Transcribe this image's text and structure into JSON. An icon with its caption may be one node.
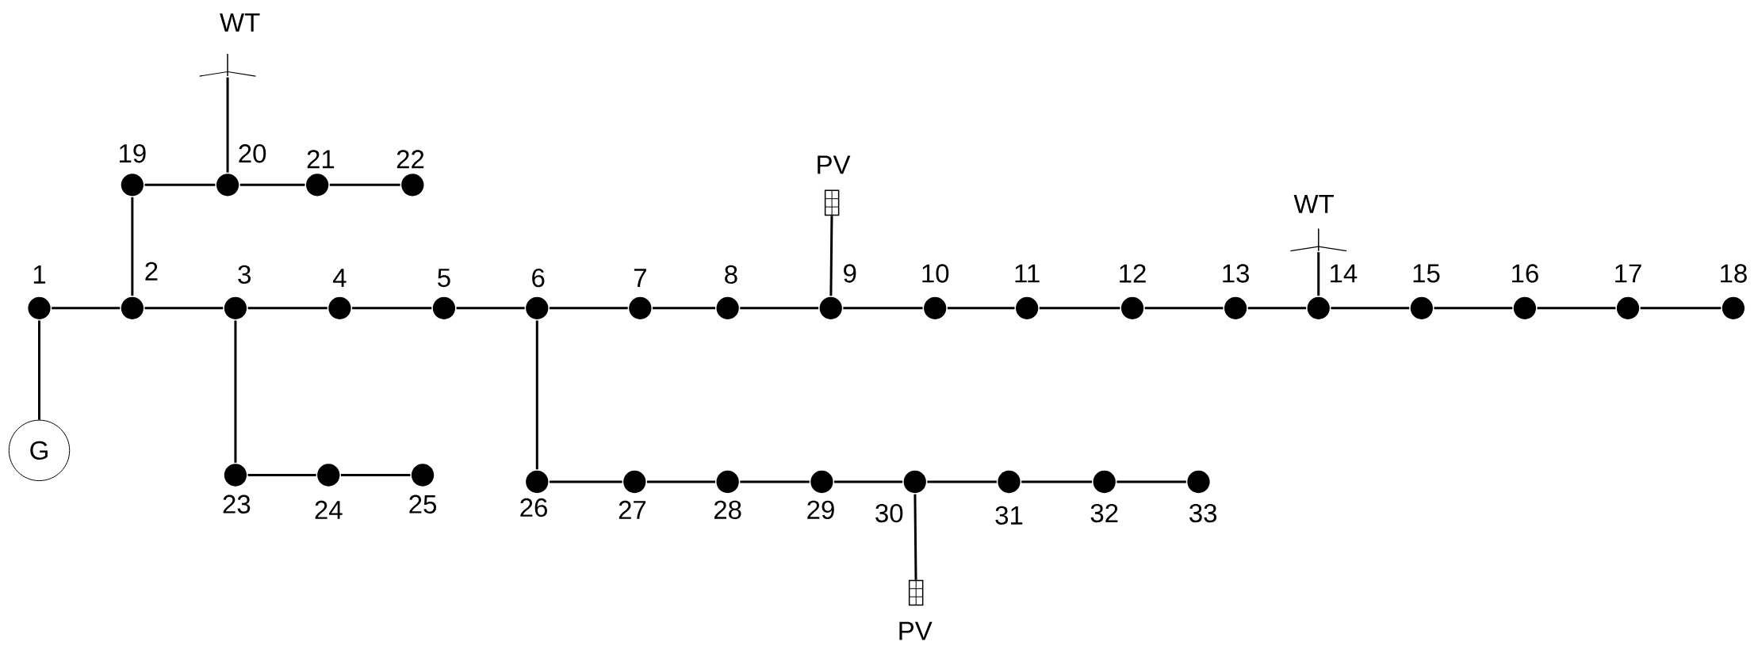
{
  "diagram": {
    "nodes": [
      {
        "text": [],
        "shape": "circle",
        "beside": [
          "1"
        ]
      },
      {
        "text": [],
        "shape": "circle",
        "beside": [
          "2"
        ]
      },
      {
        "text": [],
        "shape": "circle",
        "beside": [
          "3"
        ]
      },
      {
        "text": [],
        "shape": "circle",
        "beside": [
          "4"
        ]
      },
      {
        "text": [],
        "shape": "circle",
        "beside": [
          "5"
        ]
      },
      {
        "text": [],
        "shape": "circle",
        "beside": [
          "6"
        ]
      },
      {
        "text": [],
        "shape": "circle",
        "beside": [
          "7"
        ]
      },
      {
        "text": [],
        "shape": "circle",
        "beside": [
          "8"
        ]
      },
      {
        "text": [],
        "shape": "circle",
        "beside": [
          "9"
        ]
      },
      {
        "text": [],
        "shape": "circle",
        "beside": [
          "10"
        ]
      },
      {
        "text": [],
        "shape": "circle",
        "beside": [
          "11"
        ]
      },
      {
        "text": [],
        "shape": "circle",
        "beside": [
          "12"
        ]
      },
      {
        "text": [],
        "shape": "circle",
        "beside": [
          "13"
        ]
      },
      {
        "text": [],
        "shape": "circle",
        "beside": [
          "14"
        ]
      },
      {
        "text": [],
        "shape": "circle",
        "beside": [
          "15"
        ]
      },
      {
        "text": [],
        "shape": "circle",
        "beside": [
          "16"
        ]
      },
      {
        "text": [],
        "shape": "circle",
        "beside": [
          "17"
        ]
      },
      {
        "text": [],
        "shape": "circle",
        "beside": [
          "18"
        ]
      },
      {
        "text": [],
        "shape": "circle",
        "beside": [
          "19"
        ]
      },
      {
        "text": [],
        "shape": "circle",
        "beside": [
          "20"
        ]
      },
      {
        "text": [],
        "shape": "circle",
        "beside": [
          "21"
        ]
      },
      {
        "text": [],
        "shape": "circle",
        "beside": [
          "22"
        ]
      },
      {
        "text": [],
        "shape": "circle",
        "beside": [
          "23"
        ]
      },
      {
        "text": [],
        "shape": "circle",
        "beside": [
          "24"
        ]
      },
      {
        "text": [],
        "shape": "circle",
        "beside": [
          "25"
        ]
      },
      {
        "text": [],
        "shape": "circle",
        "beside": [
          "26"
        ]
      },
      {
        "text": [],
        "shape": "circle",
        "beside": [
          "27"
        ]
      },
      {
        "text": [],
        "shape": "circle",
        "beside": [
          "28"
        ]
      },
      {
        "text": [],
        "shape": "circle",
        "beside": [
          "29"
        ]
      },
      {
        "text": [],
        "shape": "circle",
        "beside": [
          "30"
        ]
      },
      {
        "text": [],
        "shape": "circle",
        "beside": [
          "31"
        ]
      },
      {
        "text": [],
        "shape": "circle",
        "beside": [
          "32"
        ]
      },
      {
        "text": [],
        "shape": "circle",
        "beside": [
          "33"
        ]
      },
      {
        "text": [
          "G"
        ]
      },
      {
        "text": [
          "WT"
        ]
      },
      {
        "text": [
          "PV"
        ]
      },
      {
        "text": [
          "WT"
        ]
      },
      {
        "text": [
          "PV"
        ]
      }
    ],
    "edges": [
      {
        "from": 0,
        "to": 1,
        "arrow": "none"
      },
      {
        "from": 1,
        "to": 2,
        "arrow": "none"
      },
      {
        "from": 2,
        "to": 3,
        "arrow": "none"
      },
      {
        "from": 3,
        "to": 4,
        "arrow": "none"
      },
      {
        "from": 4,
        "to": 5,
        "arrow": "none"
      },
      {
        "from": 5,
        "to": 6,
        "arrow": "none"
      },
      {
        "from": 6,
        "to": 7,
        "arrow": "none"
      },
      {
        "from": 7,
        "to": 8,
        "arrow": "none"
      },
      {
        "from": 8,
        "to": 9,
        "arrow": "none"
      },
      {
        "from": 9,
        "to": 10,
        "arrow": "none"
      },
      {
        "from": 10,
        "to": 11,
        "arrow": "none"
      },
      {
        "from": 11,
        "to": 12,
        "arrow": "none"
      },
      {
        "from": 12,
        "to": 13,
        "arrow": "none"
      },
      {
        "from": 13,
        "to": 14,
        "arrow": "none"
      },
      {
        "from": 14,
        "to": 15,
        "arrow": "none"
      },
      {
        "from": 15,
        "to": 16,
        "arrow": "none"
      },
      {
        "from": 16,
        "to": 17,
        "arrow": "none"
      },
      {
        "from": 1,
        "to": 18,
        "arrow": "none"
      },
      {
        "from": 18,
        "to": 19,
        "arrow": "none"
      },
      {
        "from": 19,
        "to": 20,
        "arrow": "none"
      },
      {
        "from": 20,
        "to": 21,
        "arrow": "none"
      },
      {
        "from": 2,
        "to": 22,
        "arrow": "none"
      },
      {
        "from": 22,
        "to": 23,
        "arrow": "none"
      },
      {
        "from": 23,
        "to": 24,
        "arrow": "none"
      },
      {
        "from": 5,
        "to": 25,
        "arrow": "none"
      },
      {
        "from": 25,
        "to": 26,
        "arrow": "none"
      },
      {
        "from": 26,
        "to": 27,
        "arrow": "none"
      },
      {
        "from": 27,
        "to": 28,
        "arrow": "none"
      },
      {
        "from": 28,
        "to": 29,
        "arrow": "none"
      },
      {
        "from": 29,
        "to": 30,
        "arrow": "none"
      },
      {
        "from": 30,
        "to": 31,
        "arrow": "none"
      },
      {
        "from": 31,
        "to": 32,
        "arrow": "none"
      },
      {
        "from": 0,
        "to": 33,
        "arrow": "none"
      },
      {
        "from": 19,
        "to": 34,
        "arrow": "none"
      },
      {
        "from": 8,
        "to": 35,
        "arrow": "none"
      },
      {
        "from": 13,
        "to": 36,
        "arrow": "none"
      },
      {
        "from": 29,
        "to": 37,
        "arrow": "none"
      }
    ]
  }
}
